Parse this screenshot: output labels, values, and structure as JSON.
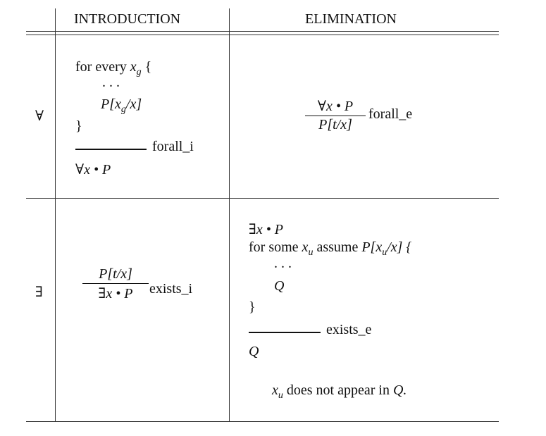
{
  "header": {
    "col1": "INTRODUCTION",
    "col2": "ELIMINATION"
  },
  "rows": [
    {
      "symbol": "∀",
      "intro": {
        "line1": "for every",
        "var": "x",
        "sub": "g",
        "brace": "{",
        "dots": ". . .",
        "body": "P[x",
        "body_sub": "g",
        "body_end": "/x]",
        "close": "}",
        "rule_label": "forall_i",
        "conclusion": "∀x • P"
      },
      "elim": {
        "premise": "∀x • P",
        "conclusion": "P[t/x]",
        "rule_label": "forall_e"
      }
    },
    {
      "symbol": "∃",
      "intro": {
        "premise": "P[t/x]",
        "conclusion": "∃x • P",
        "rule_label": "exists_i"
      },
      "elim": {
        "line0": "∃x • P",
        "line1a": "for some",
        "var": "x",
        "sub": "u",
        "line1b": "assume",
        "line1c": "P[x",
        "line1c_sub": "u",
        "line1c_end": "/x] {",
        "dots": ". . .",
        "body": "Q",
        "close": "}",
        "rule_label": "exists_e",
        "conclusion": "Q",
        "note_var": "x",
        "note_sub": "u",
        "note_text": "does not appear in",
        "note_end": "Q."
      }
    }
  ]
}
